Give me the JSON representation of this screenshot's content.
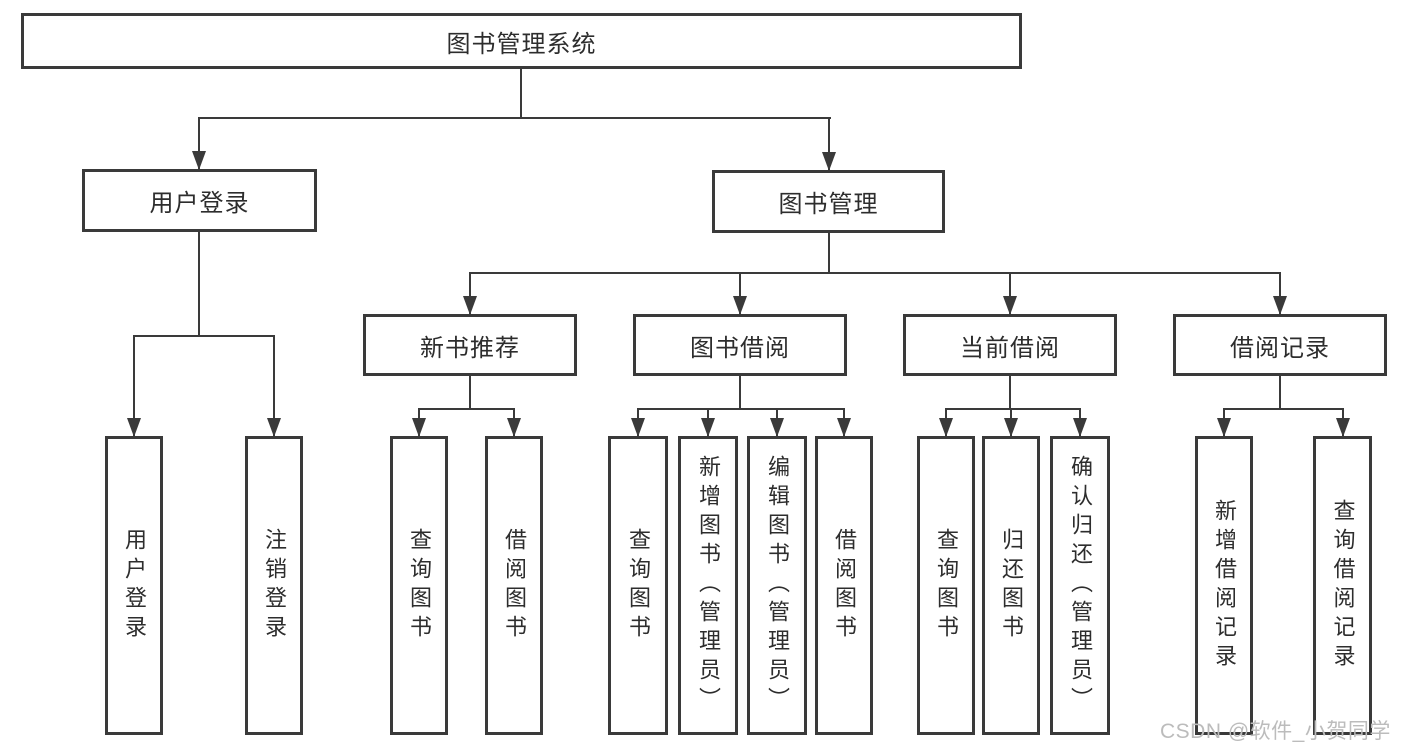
{
  "diagram": {
    "title": "图书管理系统",
    "nodes": {
      "root": "图书管理系统",
      "user_login": "用户登录",
      "book_management": "图书管理",
      "new_book_recommend": "新书推荐",
      "book_borrow": "图书借阅",
      "current_borrow": "当前借阅",
      "borrow_records": "借阅记录",
      "leaf_user_login": "用户登录",
      "leaf_logout": "注销登录",
      "leaf_nbr_query_books": "查询图书",
      "leaf_nbr_borrow_books": "借阅图书",
      "leaf_bb_query_books": "查询图书",
      "leaf_bb_add_books": "新增图书（管理员）",
      "leaf_bb_edit_books": "编辑图书（管理员）",
      "leaf_bb_borrow_books": "借阅图书",
      "leaf_cb_query_books": "查询图书",
      "leaf_cb_return_books": "归还图书",
      "leaf_cb_confirm_return": "确认归还（管理员）",
      "leaf_br_add_record": "新增借阅记录",
      "leaf_br_query_record": "查询借阅记录"
    },
    "hierarchy": {
      "图书管理系统": {
        "用户登录": [
          "用户登录",
          "注销登录"
        ],
        "图书管理": {
          "新书推荐": [
            "查询图书",
            "借阅图书"
          ],
          "图书借阅": [
            "查询图书",
            "新增图书（管理员）",
            "编辑图书（管理员）",
            "借阅图书"
          ],
          "当前借阅": [
            "查询图书",
            "归还图书",
            "确认归还（管理员）"
          ],
          "借阅记录": [
            "新增借阅记录",
            "查询借阅记录"
          ]
        }
      }
    }
  },
  "watermark": {
    "text": "CSDN @软件_小贺同学"
  },
  "colors": {
    "line": "#3a3a3a",
    "box_border": "#3a3a3a",
    "text": "#2d2d2d",
    "background": "#ffffff",
    "watermark": "#bcbcbc"
  }
}
